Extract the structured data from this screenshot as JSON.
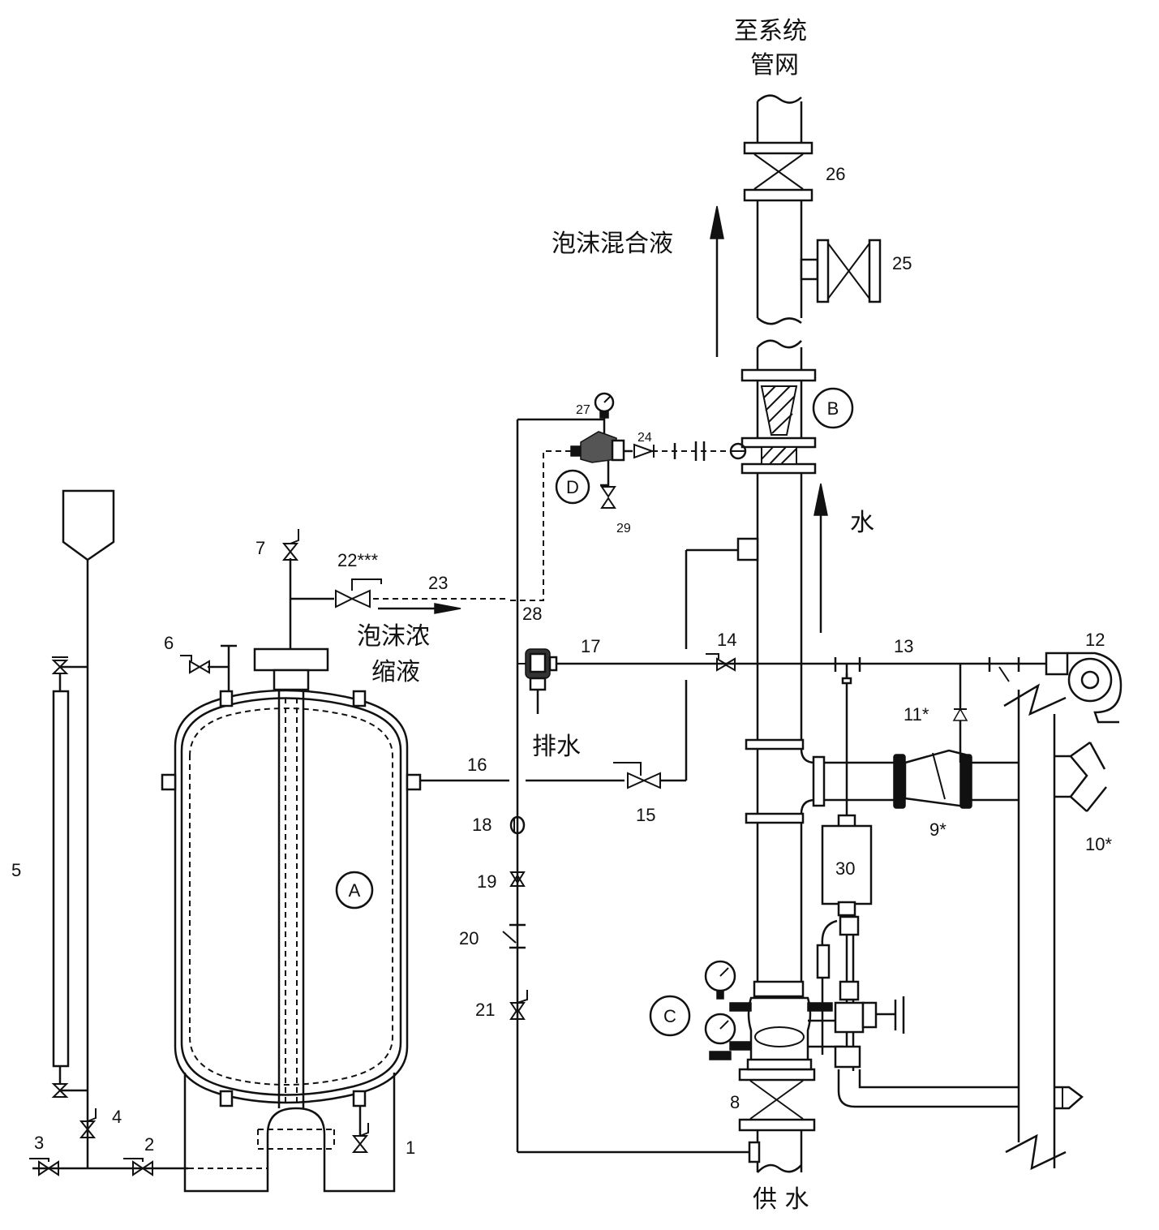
{
  "labels": {
    "to_system_line1": "至系统",
    "to_system_line2": "管网",
    "foam_mixture": "泡沫混合液",
    "water": "水",
    "foam_concentrate_line1": "泡沫浓",
    "foam_concentrate_line2": "缩液",
    "drain": "排水",
    "water_supply": "供 水"
  },
  "circle_markers": {
    "A": "A",
    "B": "B",
    "C": "C",
    "D": "D"
  },
  "numbers": {
    "n1": "1",
    "n2": "2",
    "n3": "3",
    "n4": "4",
    "n5": "5",
    "n6": "6",
    "n7": "7",
    "n8": "8",
    "n9": "9*",
    "n10": "10*",
    "n11": "11*",
    "n12": "12",
    "n13": "13",
    "n14": "14",
    "n15": "15",
    "n16": "16",
    "n17": "17",
    "n18": "18",
    "n19": "19",
    "n20": "20",
    "n21": "21",
    "n22": "22***",
    "n23": "23",
    "n24": "24",
    "n25": "25",
    "n26": "26",
    "n27": "27",
    "n28": "28",
    "n29": "29",
    "n30": "30"
  }
}
